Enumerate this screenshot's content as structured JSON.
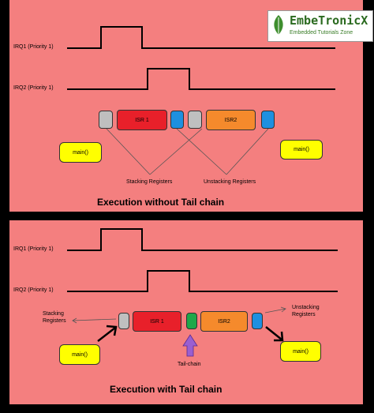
{
  "logo": {
    "name": "EmbeTronicX",
    "tagline": "Embedded Tutorials Zone"
  },
  "top": {
    "irq1_label": "IRQ1 (Priority 1)",
    "irq2_label": "IRQ2 (Priority 1)",
    "isr1_label": "ISR 1",
    "isr2_label": "ISR2",
    "main_left": "main()",
    "main_right": "main()",
    "stacking_label": "Stacking Registers",
    "unstacking_label": "Unstacking Registers",
    "title": "Execution without Tail chain"
  },
  "bottom": {
    "irq1_label": "IRQ1 (Priority 1)",
    "irq2_label": "IRQ2 (Priority 1)",
    "isr1_label": "ISR 1",
    "isr2_label": "ISR2",
    "main_left": "main()",
    "main_right": "main()",
    "stacking_label_line1": "Stacking",
    "stacking_label_line2": "Registers",
    "unstacking_label_line1": "Unstacking",
    "unstacking_label_line2": "Registers",
    "tail_chain_label": "Tail-chain",
    "title": "Execution with Tail chain"
  },
  "colors": {
    "panel": "#f47f7f",
    "isr1": "#e8202a",
    "isr2": "#f58a2c",
    "unstack": "#1e90e0",
    "stack": "#bfbfbf",
    "tail": "#1fa84a",
    "main": "#ffff00",
    "arrow": "#9a5fd0"
  }
}
